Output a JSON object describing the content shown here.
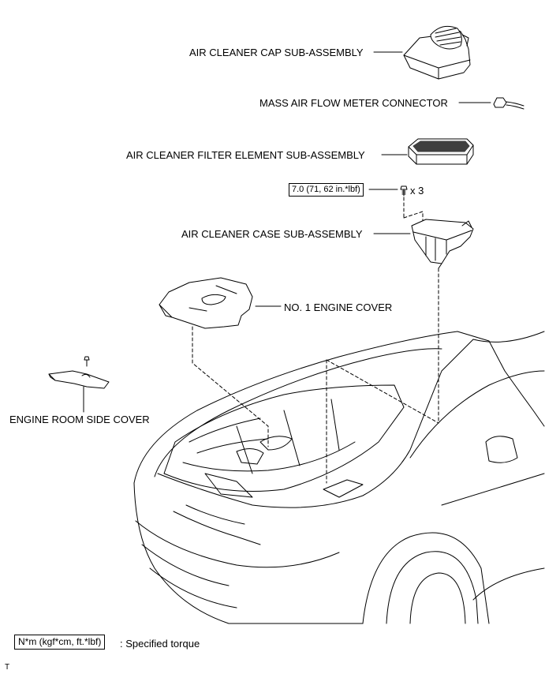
{
  "labels": {
    "air_cleaner_cap": "AIR CLEANER CAP SUB-ASSEMBLY",
    "maf_connector": "MASS AIR FLOW METER CONNECTOR",
    "filter_element": "AIR CLEANER FILTER ELEMENT SUB-ASSEMBLY",
    "torque_value": "7.0 (71, 62 in.*lbf)",
    "bolt_count": "x 3",
    "air_cleaner_case": "AIR CLEANER CASE SUB-ASSEMBLY",
    "engine_cover": "NO. 1 ENGINE COVER",
    "engine_room_side_cover": "ENGINE ROOM SIDE COVER"
  },
  "legend": {
    "torque_unit": "N*m (kgf*cm, ft.*lbf)",
    "description": ": Specified torque"
  },
  "footer_mark": "T"
}
